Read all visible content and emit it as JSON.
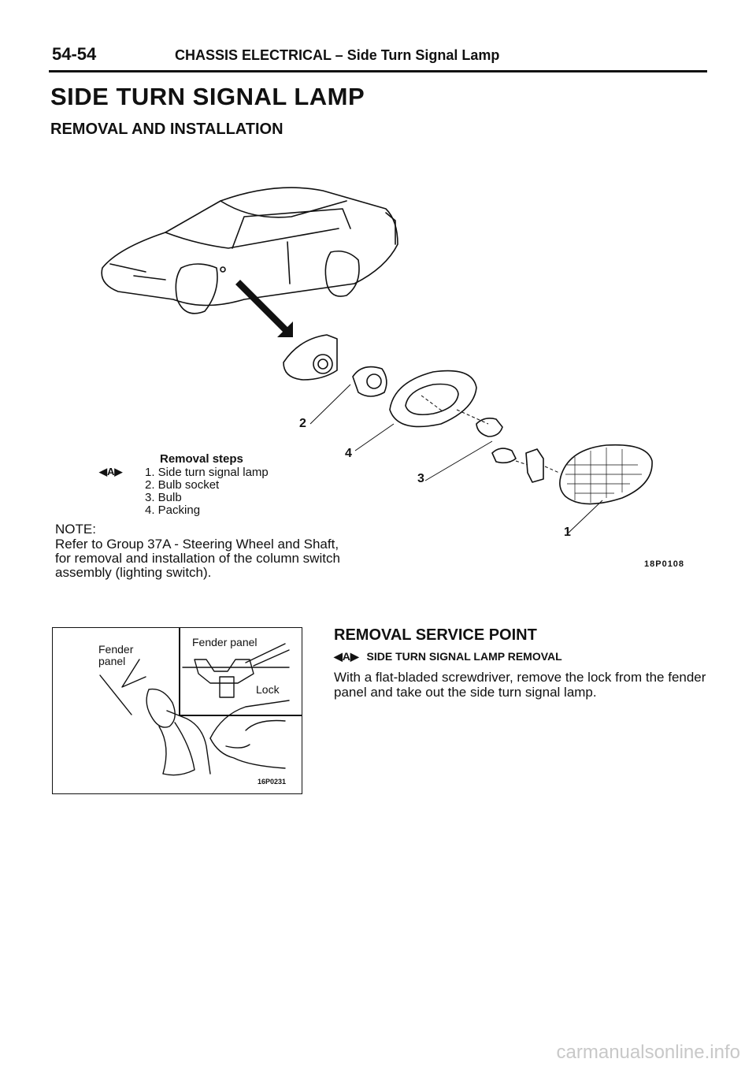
{
  "header": {
    "page_number": "54-54",
    "chapter_title": "CHASSIS ELECTRICAL – Side Turn Signal Lamp"
  },
  "section": {
    "title": "SIDE TURN SIGNAL LAMP",
    "subtitle": "REMOVAL AND INSTALLATION"
  },
  "diagram": {
    "callouts": [
      "1",
      "2",
      "3",
      "4"
    ],
    "figure_code": "18P0108"
  },
  "removal_steps": {
    "heading": "Removal steps",
    "marker": "◀A▶",
    "steps": [
      "1. Side turn signal lamp",
      "2. Bulb socket",
      "3. Bulb",
      "4. Packing"
    ]
  },
  "note": {
    "label": "NOTE:",
    "lines": [
      "Refer to Group 37A - Steering Wheel and Shaft,",
      "for removal and installation of the column switch",
      "assembly (lighting switch)."
    ]
  },
  "inset_figure": {
    "label_fender_panel_left": [
      "Fender",
      "panel"
    ],
    "label_fender_panel_top": "Fender panel",
    "label_lock": "Lock",
    "figure_code": "16P0231"
  },
  "service_point": {
    "title": "REMOVAL SERVICE POINT",
    "marker": "◀A▶",
    "subheading": "SIDE TURN SIGNAL LAMP REMOVAL",
    "body_lines": [
      "With a flat-bladed screwdriver, remove the lock from the fender",
      "panel and take out the side turn signal lamp."
    ]
  },
  "watermark": "carmanualsonline.info"
}
